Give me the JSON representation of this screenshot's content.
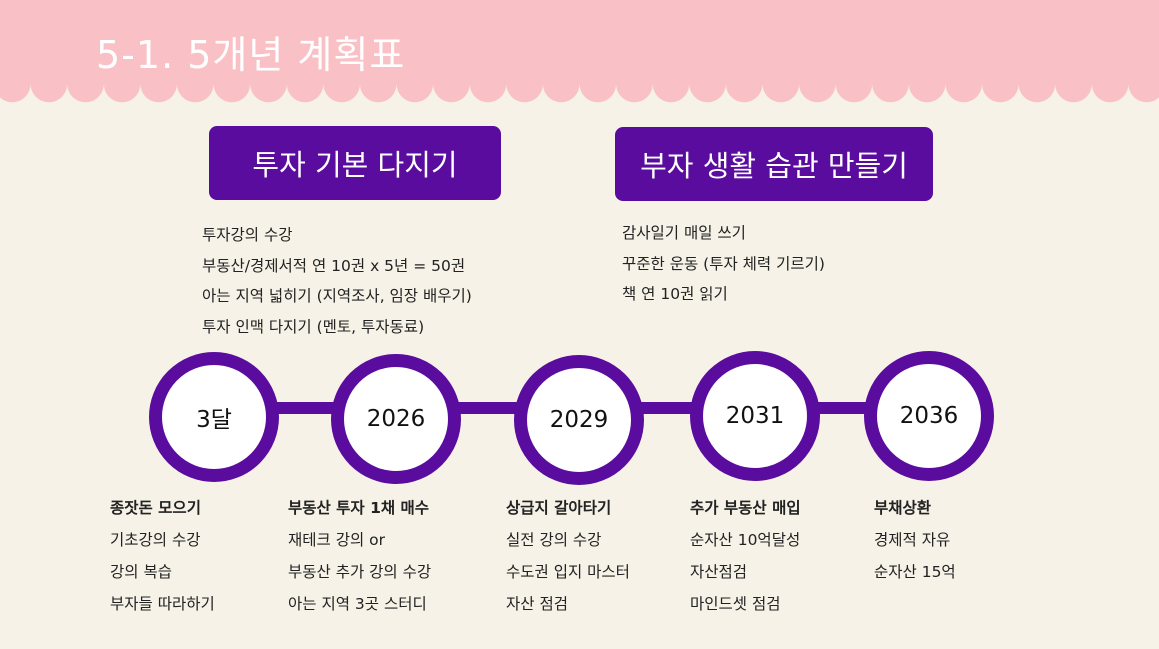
{
  "title": "5-1. 5개년 계획표",
  "goals": [
    {
      "label": "투자 기본 다지기",
      "items": [
        "투자강의 수강",
        "부동산/경제서적 연 10권 x 5년 = 50권",
        "아는 지역 넓히기 (지역조사, 임장 배우기)",
        "투자 인맥 다지기 (멘토, 투자동료)"
      ]
    },
    {
      "label": "부자 생활 습관 만들기",
      "items": [
        "감사일기 매일 쓰기",
        "꾸준한 운동 (투자 체력 기르기)",
        "책 연 10권 읽기"
      ]
    }
  ],
  "milestones": [
    {
      "label": "3달",
      "heading": "종잣돈 모으기",
      "items": [
        "기초강의 수강",
        "강의 복습",
        "부자들 따라하기"
      ]
    },
    {
      "label": "2026",
      "heading": "부동산 투자 1채 매수",
      "items": [
        "재테크 강의 or",
        "부동산 추가 강의 수강",
        "아는 지역 3곳 스터디"
      ]
    },
    {
      "label": "2029",
      "heading": "상급지 갈아타기",
      "items": [
        "실전 강의 수강",
        "수도권 입지 마스터",
        "자산 점검"
      ]
    },
    {
      "label": "2031",
      "heading": "추가 부동산 매입",
      "items": [
        "순자산 10억달성",
        "자산점검",
        "마인드셋 점검"
      ]
    },
    {
      "label": "2036",
      "heading": "부채상환",
      "items": [
        "경제적 자유",
        "순자산 15억"
      ]
    }
  ]
}
